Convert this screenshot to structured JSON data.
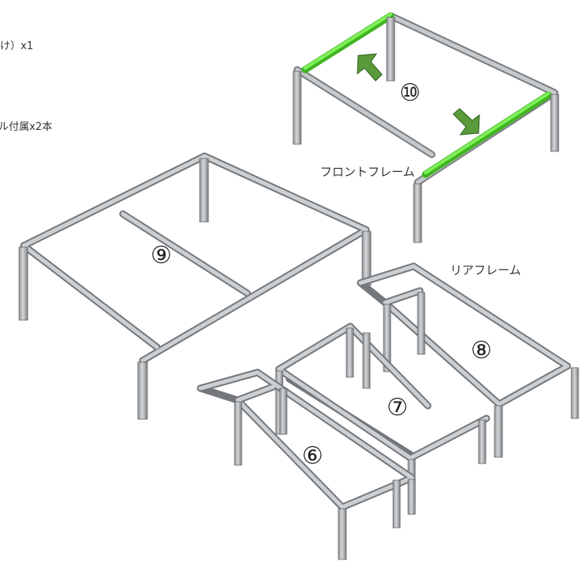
{
  "notes": {
    "line1": "け）x1",
    "line2": "ル付属x2本"
  },
  "labels": {
    "front_frame": "フロントフレーム",
    "rear_frame": "リアフレーム"
  },
  "parts": {
    "p6": "⑥",
    "p7": "⑦",
    "p8": "⑧",
    "p9": "⑨",
    "p10": "⑩"
  },
  "colors": {
    "pipe": "#b9bcbf",
    "pipe_dark": "#6e7276",
    "highlight": "#4fd62e",
    "arrow": "#5a9a3a"
  }
}
